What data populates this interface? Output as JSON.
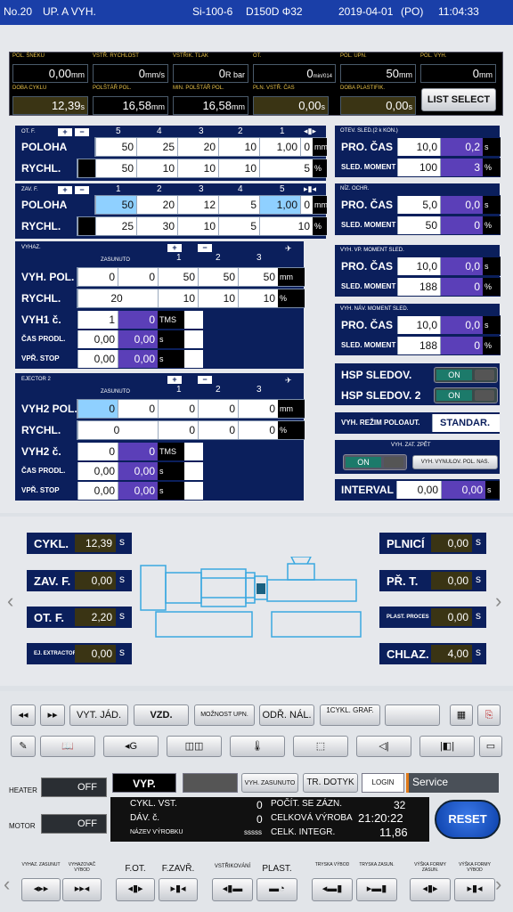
{
  "topbar": {
    "station": "No.20",
    "mode": "UP. A VYH.",
    "machine": "Si-100-6",
    "model": "D150D Φ32",
    "date": "2019-04-01",
    "weekday": "(PO)",
    "time": "11:04:33"
  },
  "monitor": {
    "cells": [
      {
        "label": "POL. ŠNEKU",
        "value": "0,00",
        "unit": "mm"
      },
      {
        "label": "VSTŘ. RYCHLOST",
        "value": "0",
        "unit": "mm/s"
      },
      {
        "label": "VSTŘIK. TLAK",
        "value": "0",
        "unit": "R bar"
      },
      {
        "label": "OT.",
        "value": "0",
        "unit": "min/014"
      },
      {
        "label": "POL. UPN.",
        "value": "50",
        "unit": "mm"
      },
      {
        "label": "POL. VYH.",
        "value": "0",
        "unit": "mm"
      },
      {
        "label": "DOBA CYKLU",
        "value": "12,39",
        "unit": "s"
      },
      {
        "label": "POLŠTÁŘ POL.",
        "value": "16,58",
        "unit": "mm"
      },
      {
        "label": "MIN. POLŠTÁŘ POL.",
        "value": "16,58",
        "unit": "mm"
      },
      {
        "label": "PLN. VSTŘ. ČAS",
        "value": "0,00",
        "unit": "s"
      },
      {
        "label": "DOBA PLASTIFIK.",
        "value": "0,00",
        "unit": "s"
      }
    ],
    "list_select": "LIST SELECT"
  },
  "open": {
    "title": "OT. F.",
    "cols": [
      "5",
      "4",
      "3",
      "2",
      "1"
    ],
    "poloha_label": "POLOHA",
    "poloha": [
      "50",
      "25",
      "20",
      "10",
      "1,00",
      "0"
    ],
    "poloha_unit": "mm",
    "rychl_label": "RYCHL.",
    "rychl": [
      "50",
      "10",
      "10",
      "10",
      "5"
    ],
    "rychl_unit": "%"
  },
  "close": {
    "title": "ZAV. F.",
    "cols": [
      "1",
      "2",
      "3",
      "4",
      "5"
    ],
    "poloha_label": "POLOHA",
    "poloha": [
      "50",
      "20",
      "12",
      "5",
      "1,00",
      "0"
    ],
    "poloha_unit": "mm",
    "rychl_label": "RYCHL.",
    "rychl": [
      "25",
      "30",
      "10",
      "5",
      "10"
    ],
    "rychl_unit": "%"
  },
  "ejector1": {
    "title": "VYHAZ.",
    "zasunuto": "ZASUNUTO",
    "cols": [
      "1",
      "2",
      "3"
    ],
    "pol_label": "VYH. POL.",
    "pol": [
      "0",
      "0",
      "50",
      "50",
      "50"
    ],
    "pol_unit": "mm",
    "rychl_label": "RYCHL.",
    "rychl": [
      "20",
      "10",
      "10",
      "10"
    ],
    "rychl_unit": "%",
    "vyh_label": "VYH1 č.",
    "vyh": [
      "1",
      "0"
    ],
    "vyh_unit": "TMS",
    "cas_label": "ČAS PRODL.",
    "cas": [
      "0,00",
      "0,00"
    ],
    "cas_unit": "s",
    "vpr_label": "VPŘ. STOP",
    "vpr": [
      "0,00",
      "0,00"
    ],
    "vpr_unit": "s"
  },
  "ejector2": {
    "title": "EJECTOR 2",
    "zasunuto": "ZASUNUTO",
    "cols": [
      "1",
      "2",
      "3"
    ],
    "pol_label": "VYH2 POL.",
    "pol": [
      "0",
      "0",
      "0",
      "0",
      "0"
    ],
    "pol_unit": "mm",
    "rychl_label": "RYCHL.",
    "rychl": [
      "0",
      "0",
      "0",
      "0"
    ],
    "rychl_unit": "%",
    "vyh_label": "VYH2 č.",
    "vyh": [
      "0",
      "0"
    ],
    "vyh_unit": "TMS",
    "cas_label": "ČAS PRODL.",
    "cas": [
      "0,00",
      "0,00"
    ],
    "cas_unit": "s",
    "vpr_label": "VPŘ. STOP",
    "vpr": [
      "0,00",
      "0,00"
    ],
    "vpr_unit": "s"
  },
  "right": {
    "otev": {
      "title": "OTEV. SLED.(2 k KON.)",
      "pro_label": "PRO. ČAS",
      "pro": [
        "10,0",
        "0,2"
      ],
      "pro_unit": "s",
      "sled_label": "SLED. MOMENT",
      "sled": [
        "100",
        "3"
      ],
      "sled_unit": "%"
    },
    "niz": {
      "title": "NÍZ. OCHR.",
      "pro_label": "PRO. ČAS",
      "pro": [
        "5,0",
        "0,0"
      ],
      "pro_unit": "s",
      "sled_label": "SLED. MOMENT",
      "sled": [
        "50",
        "0"
      ],
      "sled_unit": "%"
    },
    "vp": {
      "title": "VYH. VP. MOMENT SLED.",
      "pro_label": "PRO. ČAS",
      "pro": [
        "10,0",
        "0,0"
      ],
      "pro_unit": "s",
      "sled_label": "SLED. MOMENT",
      "sled": [
        "188",
        "0"
      ],
      "sled_unit": "%"
    },
    "nav": {
      "title": "VYH. NÁV. MOMENT SLED.",
      "pro_label": "PRO. ČAS",
      "pro": [
        "10,0",
        "0,0"
      ],
      "pro_unit": "s",
      "sled_label": "SLED. MOMENT",
      "sled": [
        "188",
        "0"
      ],
      "sled_unit": "%"
    },
    "hsp1": "HSP SLEDOV.",
    "hsp2": "HSP SLEDOV. 2",
    "on": "ON",
    "rezim_label": "VYH. REŽIM POLOAUT.",
    "rezim_value": "STANDAR.",
    "zat_title": "VYH. ZAT. ZPĚT",
    "vynul": "VYH. VYNULOV. POL. NAS.",
    "interval_label": "INTERVAL",
    "interval": [
      "0,00",
      "0,00"
    ],
    "interval_unit": "s"
  },
  "cycle": {
    "cykl": {
      "label": "CYKL.",
      "value": "12,39",
      "unit": "s"
    },
    "zav": {
      "label": "ZAV. F.",
      "value": "0,00",
      "unit": "s"
    },
    "ot": {
      "label": "OT. F.",
      "value": "2,20",
      "unit": "s"
    },
    "ej": {
      "label": "EJ. EXTRACTOR",
      "value": "0,00",
      "unit": "s"
    },
    "plnici": {
      "label": "PLNICÍ",
      "value": "0,00",
      "unit": "s"
    },
    "prt": {
      "label": "PŘ. T.",
      "value": "0,00",
      "unit": "s"
    },
    "plast": {
      "label": "PLAST. PROCES",
      "value": "0,00",
      "unit": "s"
    },
    "chlaz": {
      "label": "CHLAZ.",
      "value": "4,00",
      "unit": "s"
    }
  },
  "toolbar1": [
    "VYT. JÁD.",
    "VZD.",
    "MOŽNOST UPN.",
    "ODŘ. NÁL.",
    "1CYKL. GRAF."
  ],
  "status": {
    "heater": "HEATER",
    "motor": "MOTOR",
    "off": "OFF",
    "vyp": "VYP.",
    "vyh_zasunuto": "VYH. ZASUNUTO",
    "tr_dotyk": "TR. DOTYK",
    "login_user": "LOGIN USER",
    "user": "Service",
    "cykl_vst_label": "CYKL. VST.",
    "cykl_vst": "0",
    "pocit_label": "POČÍT. SE ZÁZN.",
    "pocit": "32",
    "dav_label": "DÁV. č.",
    "dav": "0",
    "celk_label": "CELKOVÁ VÝROBA",
    "celk": "21:20:22",
    "nazev_label": "NÁZEV VÝROBKU",
    "nazev": "sssss",
    "integ_label": "CELK. INTEGR.",
    "integ": "11,86",
    "reset": "RESET"
  },
  "motion": [
    {
      "top": "VYHAZ. ZASUNUT",
      "glyph": "◂▸▸"
    },
    {
      "top": "VYHAZOVAČ VÝBOD",
      "glyph": "▸▸◂"
    },
    {
      "top": "F.OT.",
      "glyph": "◂▮▸"
    },
    {
      "top": "F.ZAVŘ.",
      "glyph": "▸▮◂"
    },
    {
      "top": "VSTŘIKOVÁNÍ",
      "glyph": "◂▮▬"
    },
    {
      "top": "PLAST.",
      "glyph": "▬◔"
    },
    {
      "top": "TRYSKA VÝBOD",
      "glyph": "◂▬▮"
    },
    {
      "top": "TRYSKA ZASUN.",
      "glyph": "▸▬▮"
    },
    {
      "top": "VÝŠKA FORMY ZASUN.",
      "glyph": "◂▮▸"
    },
    {
      "top": "VÝŠKA FORMY VÝBOD",
      "glyph": "▸▮◂"
    }
  ]
}
